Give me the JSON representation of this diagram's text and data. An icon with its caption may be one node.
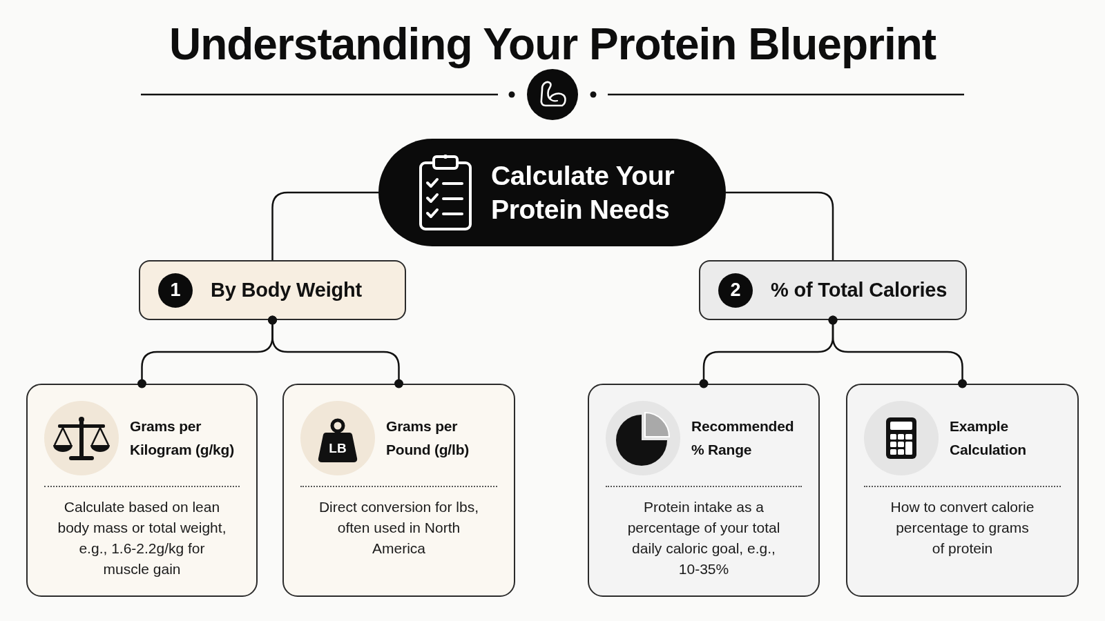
{
  "diagram": {
    "title": "Understanding Your Protein Blueprint",
    "nodes": [
      {
        "text": [
          "Calculate Your Protein Needs"
        ]
      },
      {
        "text": [
          "By Body Weight"
        ]
      },
      {
        "text": [
          "1"
        ],
        "in": 1
      },
      {
        "text": [
          "% of Total Calories"
        ]
      },
      {
        "text": [
          "2"
        ],
        "in": 3
      },
      {
        "text": [
          "Grams per Kilogram (g/kg)",
          "Calculate based on lean body mass or total weight, e.g., 1.6-2.2g/kg for muscle gain"
        ]
      },
      {
        "text": [
          "Grams per Pound (g/lb)",
          "Direct conversion for lbs, often used in North America"
        ]
      },
      {
        "text": [
          "Recommended % Range",
          "Protein intake as a percentage of your total daily caloric goal, e.g., 10-35%"
        ]
      },
      {
        "text": [
          "Example Calculation",
          "How to convert calorie percentage to grams of protein"
        ]
      }
    ],
    "edges": [
      {
        "from": 0,
        "to": 1,
        "arrow": "none"
      },
      {
        "from": 0,
        "to": 3,
        "arrow": "none"
      },
      {
        "from": 1,
        "to": 5,
        "arrow": "other"
      },
      {
        "from": 1,
        "to": 6,
        "arrow": "other"
      },
      {
        "from": 3,
        "to": 7,
        "arrow": "other"
      },
      {
        "from": 3,
        "to": 8,
        "arrow": "other"
      }
    ],
    "labels": [
      "LB"
    ]
  }
}
